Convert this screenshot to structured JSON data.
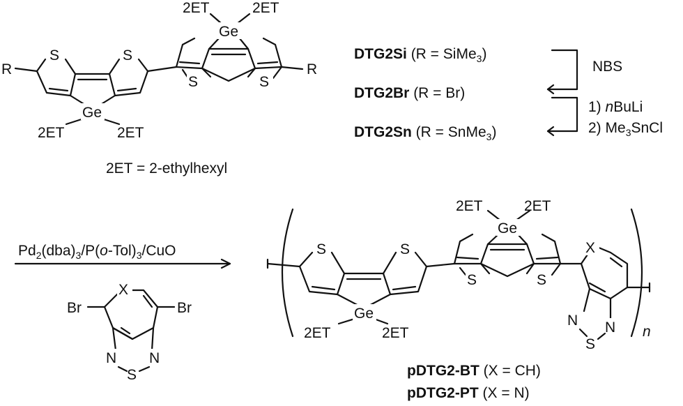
{
  "atoms": {
    "sulfur": "S",
    "germanium": "Ge",
    "side_chain": "2ET",
    "end_group": "R",
    "bromine": "Br",
    "ring_x": "X",
    "nitrogen": "N"
  },
  "definition": "2ET = 2-ethylhexyl",
  "monomers": [
    {
      "name": "DTG2Si",
      "detail": " (R = SiMe",
      "sub": "3",
      "close": ")"
    },
    {
      "name": "DTG2Br",
      "detail": " (R = Br)",
      "sub": "",
      "close": ""
    },
    {
      "name": "DTG2Sn",
      "detail": " (R = SnMe",
      "sub": "3",
      "close": ")"
    }
  ],
  "reagents": {
    "step1": "NBS",
    "step2_line1_num": "1) ",
    "step2_line1_it": "n",
    "step2_line1_rest": "BuLi",
    "step2_line2_pre": "2) Me",
    "step2_line2_sub": "3",
    "step2_line2_post": "SnCl"
  },
  "coupling": {
    "p1": "Pd",
    "s1": "2",
    "p2": "(dba)",
    "s2": "3",
    "p3": "/P(",
    "it": "o",
    "p4": "-Tol)",
    "s3": "3",
    "p5": "/CuO"
  },
  "repeat_unit": "n",
  "products": [
    {
      "name": "pDTG2-BT",
      "detail": " (X = CH)"
    },
    {
      "name": "pDTG2-PT",
      "detail": " (X = N)"
    }
  ]
}
